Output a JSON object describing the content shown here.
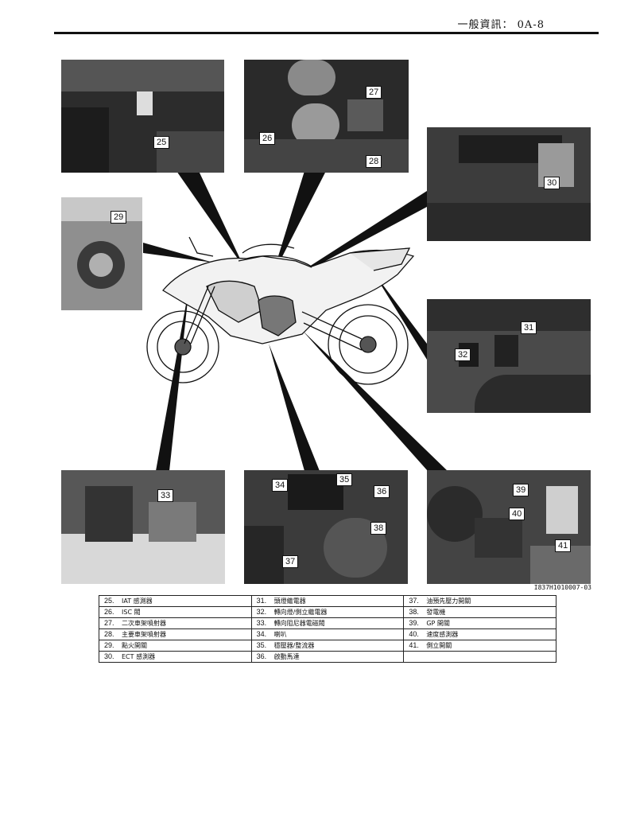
{
  "header": {
    "title": "一般資訊： 0A-8"
  },
  "figure": {
    "code": "I837H1010007-03",
    "callouts": [
      "25",
      "26",
      "27",
      "28",
      "29",
      "30",
      "31",
      "32",
      "33",
      "34",
      "35",
      "36",
      "37",
      "38",
      "39",
      "40",
      "41"
    ]
  },
  "legend": {
    "rows": [
      [
        {
          "n": "25.",
          "t": "IAT 感測器"
        },
        {
          "n": "31.",
          "t": "頭燈繼電器"
        },
        {
          "n": "37.",
          "t": "油預先壓力開關"
        }
      ],
      [
        {
          "n": "26.",
          "t": "ISC 閥"
        },
        {
          "n": "32.",
          "t": "轉向燈/側立繼電器"
        },
        {
          "n": "38.",
          "t": "發電機"
        }
      ],
      [
        {
          "n": "27.",
          "t": "二次車架噴射器"
        },
        {
          "n": "33.",
          "t": "轉向阻尼器電磁閥"
        },
        {
          "n": "39.",
          "t": "GP 開關"
        }
      ],
      [
        {
          "n": "28.",
          "t": "主要車架噴射器"
        },
        {
          "n": "34.",
          "t": "喇叭"
        },
        {
          "n": "40.",
          "t": "速度感測器"
        }
      ],
      [
        {
          "n": "29.",
          "t": "點火開關"
        },
        {
          "n": "35.",
          "t": "穩壓器/整流器"
        },
        {
          "n": "41.",
          "t": "側立開關"
        }
      ],
      [
        {
          "n": "30.",
          "t": "ECT 感測器"
        },
        {
          "n": "36.",
          "t": "啟動馬達"
        },
        {
          "n": "",
          "t": ""
        }
      ]
    ]
  }
}
